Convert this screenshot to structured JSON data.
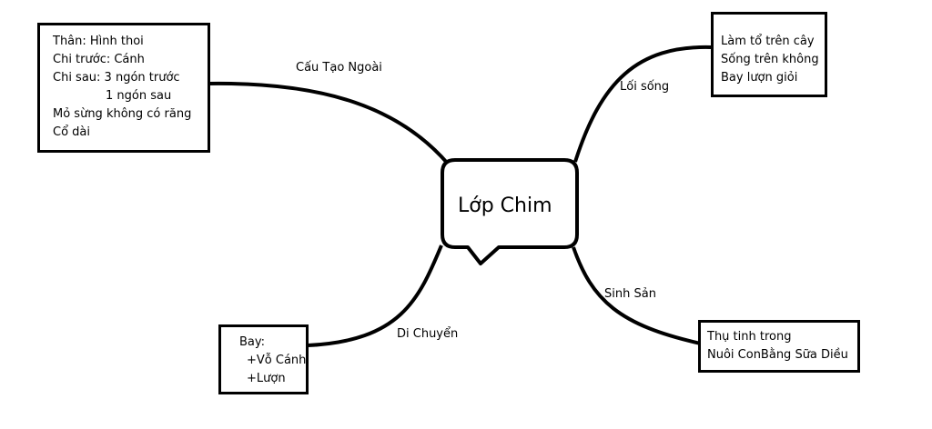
{
  "center": {
    "title": "Lớp Chim"
  },
  "branches": {
    "structure": {
      "label": "Cấu Tạo Ngoài",
      "lines": [
        "Thân: Hình thoi",
        "Chi trước: Cánh",
        "Chi sau: 3 ngón trước",
        "1 ngón sau",
        "Mỏ sừng không có răng",
        "Cổ dài"
      ]
    },
    "lifestyle": {
      "label": "Lối sống",
      "lines": [
        "Làm tổ trên cây",
        "Sống trên không",
        "Bay lượn giỏi"
      ]
    },
    "reproduction": {
      "label": "Sinh Sản",
      "lines": [
        "Thụ tinh trong",
        "Nuôi ConBằng Sữa Diều"
      ]
    },
    "movement": {
      "label": "Di Chuyển",
      "lines": [
        "Bay:",
        "+Vỗ Cánh",
        "+Lượn"
      ]
    }
  }
}
